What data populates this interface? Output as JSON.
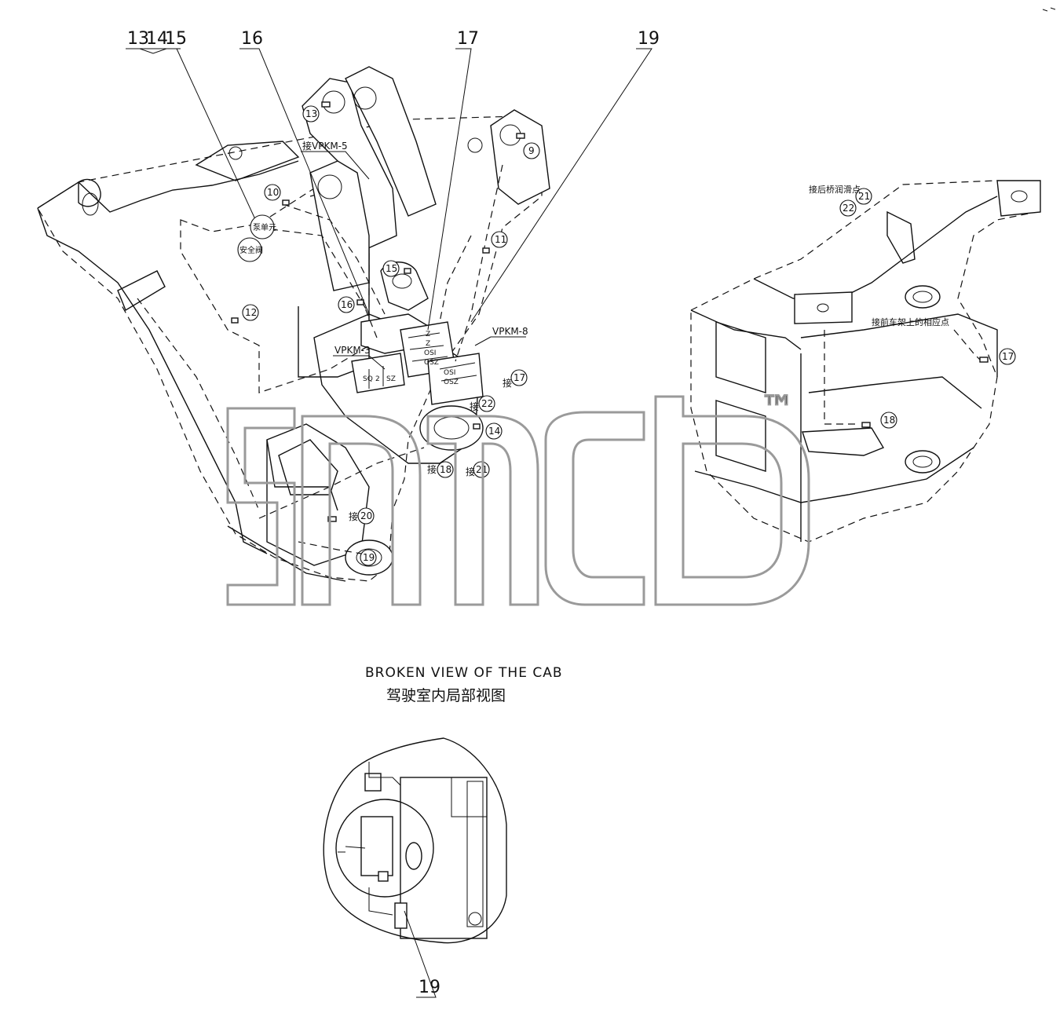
{
  "leaders": {
    "l1": "13",
    "l2": "14",
    "l3": "15",
    "l4": "16",
    "l5": "17",
    "l6": "19",
    "l7": "19"
  },
  "bubbles": {
    "b13": "13",
    "b9": "9",
    "b10": "10",
    "b11": "11",
    "b12": "12",
    "b15": "15",
    "b16": "16",
    "b17": "17",
    "b22": "22",
    "b14": "14",
    "b18": "18",
    "b21": "21",
    "b20": "20",
    "b19": "19",
    "r21": "21",
    "r22": "22",
    "r17": "17",
    "r18": "18"
  },
  "labels": {
    "vpkm5": "接VPKM-5",
    "vpkm3": "VPKM-3",
    "vpkm8": "VPKM-8",
    "pump_unit": "泵单元",
    "safety_valve": "安全阀",
    "connect": "接",
    "rear_axle": "接后桥润滑点",
    "front_frame": "接前车架上的相应点"
  },
  "block_codes": [
    "SQ",
    "2",
    "SZ",
    "Z",
    "Z",
    "OSI",
    "OSZ",
    "OSI",
    "OSZ"
  ],
  "caption": {
    "en": "BROKEN  VIEW OF THE CAB",
    "zh": "驾驶室内局部视图"
  },
  "watermark": {
    "mark": "™"
  },
  "colors": {
    "line": "#111111",
    "watermark": "#9a9a9a",
    "background": "#ffffff"
  }
}
